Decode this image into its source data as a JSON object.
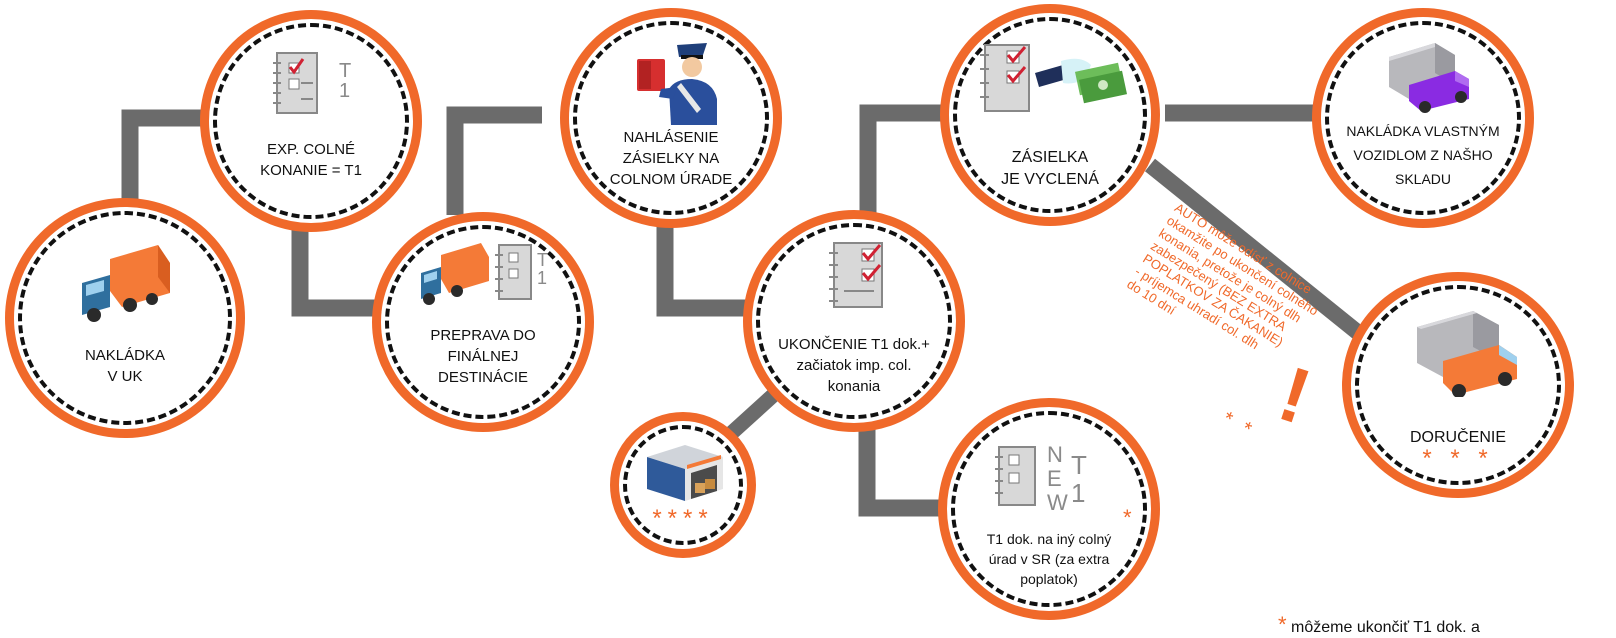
{
  "colors": {
    "accent": "#f0692a",
    "connector": "#6b6b6b",
    "dash": "#111111"
  },
  "nodes": {
    "nakladka_uk": {
      "line1": "NAKLÁDKA",
      "line2": "V UK",
      "icon": "truck-icon"
    },
    "exp_colne": {
      "line1": "EXP. COLNÉ",
      "line2": "KONANIE = T1",
      "icon": "document-icon",
      "doc_mark": "T\n1"
    },
    "preprava": {
      "line1": "PREPRAVA DO",
      "line2": "FINÁLNEJ",
      "line3": "DESTINÁCIE",
      "icon": "truck-document-icon",
      "doc_mark": "T\n1"
    },
    "nahlasenie": {
      "line1": "NAHLÁSENIE",
      "line2": "ZÁSIELKY NA",
      "line3": "COLNOM ÚRADE",
      "icon": "customs-officer-icon"
    },
    "ukoncenie": {
      "line1": "UKONČENIE T1 dok.+",
      "line2": "začiatok imp. col.",
      "line3": "konania",
      "icon": "checklist-icon"
    },
    "warehouse": {
      "stars": "****",
      "icon": "warehouse-icon"
    },
    "new_t1": {
      "line1": "T1 dok. na iný colný",
      "line2": "úrad v SR (za extra",
      "line3": "poplatok)",
      "icon": "new-document-icon",
      "mark_new": "N\nE\nW",
      "mark_t1": "T\n1",
      "star": "*"
    },
    "zasielka": {
      "line1": "ZÁSIELKA",
      "line2": "JE VYCLENÁ",
      "icon": "payment-icon"
    },
    "vlastnym": {
      "line1": "NAKLÁDKA VLASTNÝM",
      "line2": "VOZIDLOM Z NAŠHO",
      "line3": "SKLADU",
      "icon": "van-icon"
    },
    "dorucenie": {
      "line1": "DORUČENIE",
      "stars": "* * *",
      "icon": "delivery-truck-icon"
    }
  },
  "note": {
    "text": "AUTO môže odísť z colnice\nokamžite po ukončení colného\nkonania, pretože je colný dlh\nzabezpečený (BEZ EXTRA\nPOPLATKOV ZA ČAKANIE)\n- príjemca uhradí col. dlh\ndo 10 dní",
    "stars": "* *",
    "exclaim": "!"
  },
  "footnote": {
    "marker": "*",
    "text": "môžeme ukončiť T1 dok. a"
  }
}
